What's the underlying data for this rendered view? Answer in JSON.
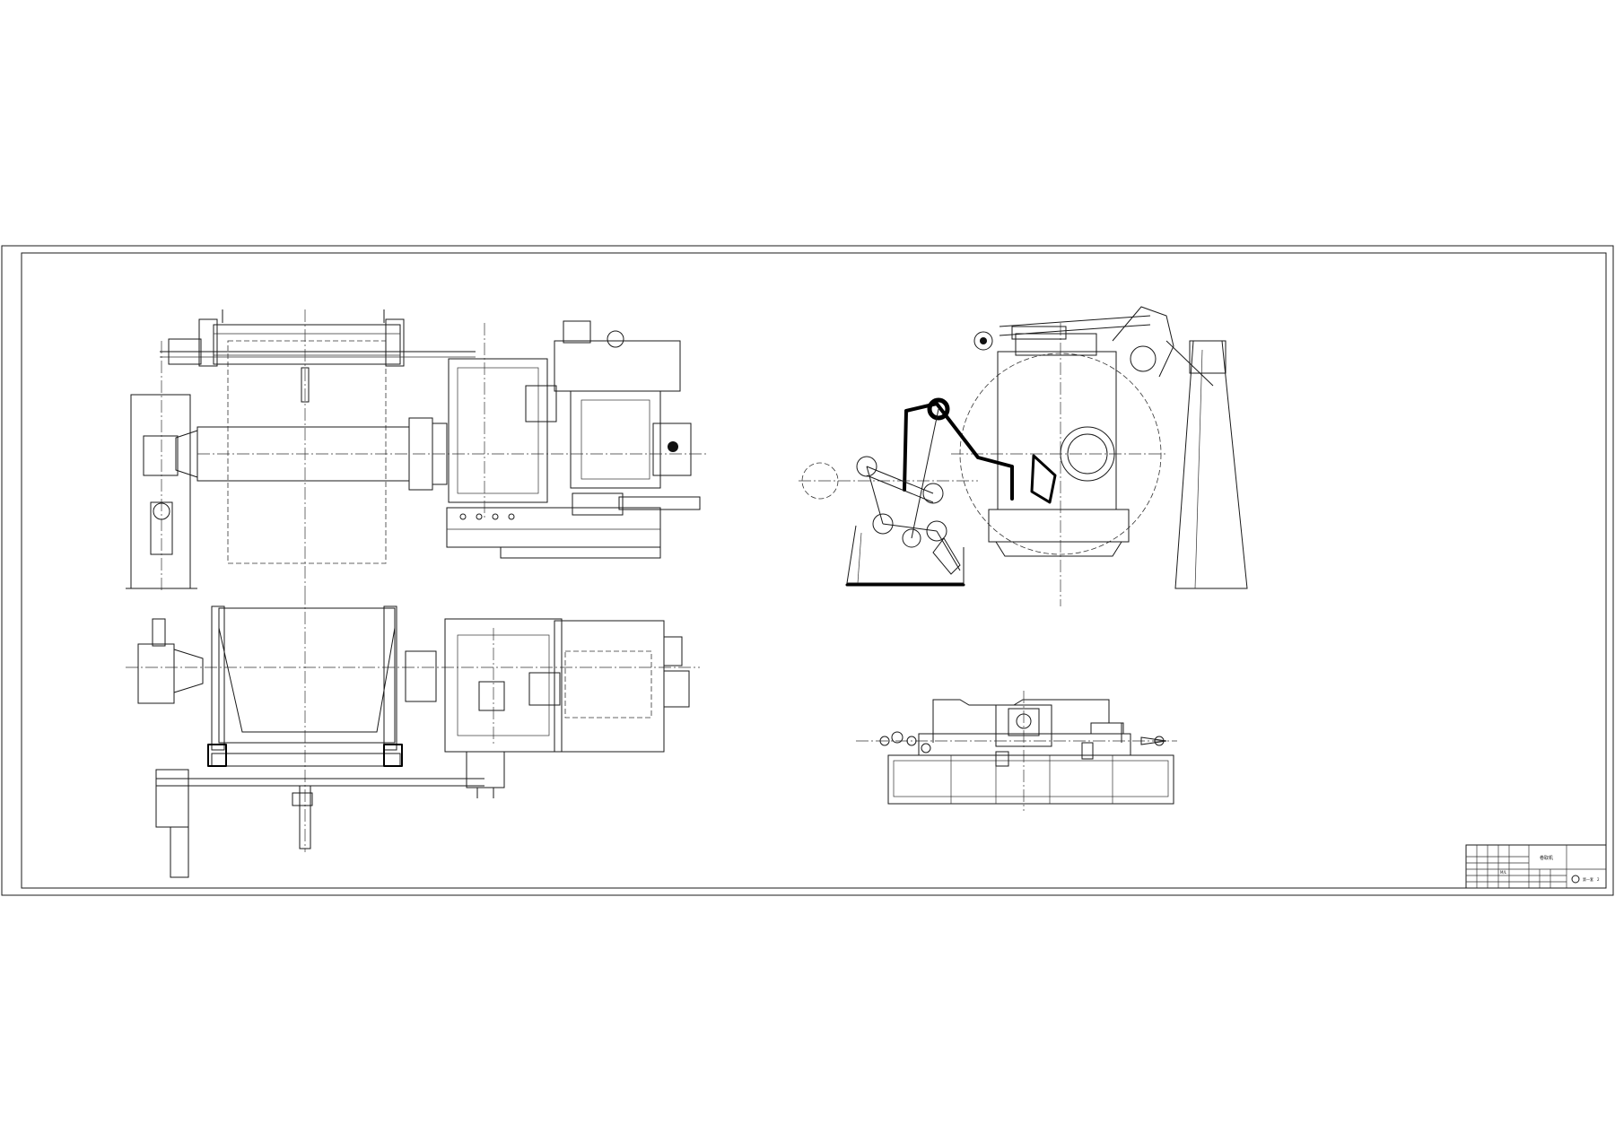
{
  "title_block": {
    "drawing_name": "卷取机",
    "sheet_label": "第一套",
    "sheet_count": "2"
  },
  "scale_note": "M/L",
  "colors": {
    "line": "#1a1a1a",
    "background": "#ffffff"
  },
  "views": [
    {
      "id": "front-view",
      "kind": "elevation"
    },
    {
      "id": "plan-view",
      "kind": "top"
    },
    {
      "id": "side-view",
      "kind": "side elevation"
    },
    {
      "id": "detail-view",
      "kind": "base elevation"
    }
  ]
}
